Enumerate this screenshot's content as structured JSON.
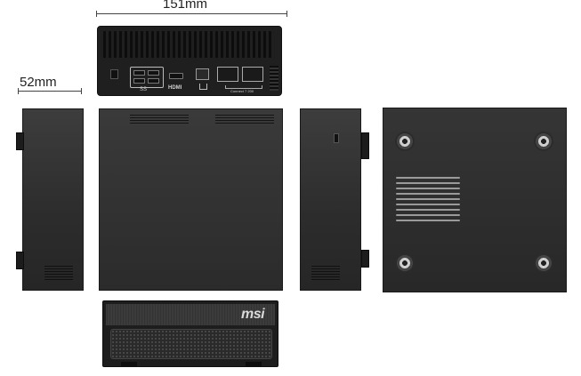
{
  "dimensions": {
    "width_label": "151mm",
    "depth_label": "52mm"
  },
  "rear_panel": {
    "port_labels": {
      "hdmi": "HDMI",
      "usb": "SS",
      "expansion": "Connect 7 200"
    }
  },
  "front_panel": {
    "brand": "msi"
  },
  "colors": {
    "chassis": "#2e2e2e",
    "background": "#ffffff"
  }
}
